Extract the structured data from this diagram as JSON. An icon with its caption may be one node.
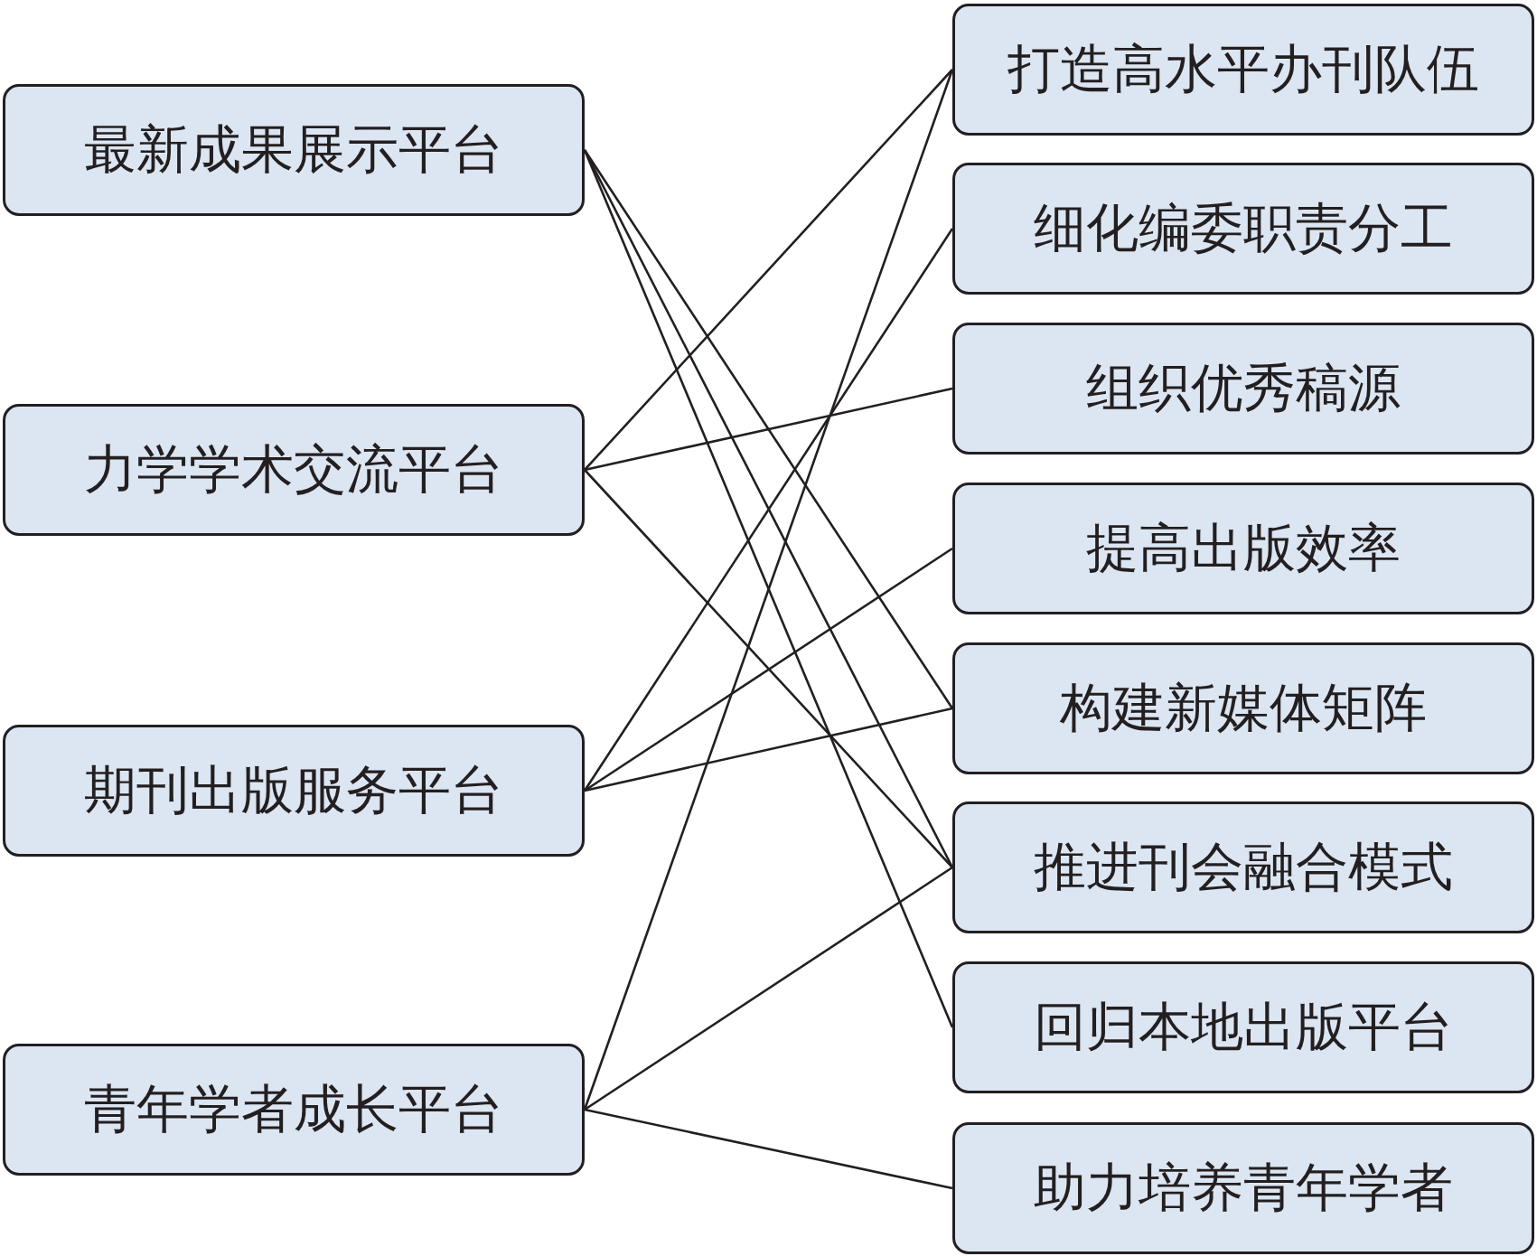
{
  "diagram": {
    "nodes": [
      {
        "text": [
          "最新成果展示平台"
        ]
      },
      {
        "text": [
          "力学学术交流平台"
        ]
      },
      {
        "text": [
          "期刊出版服务平台"
        ]
      },
      {
        "text": [
          "青年学者成长平台"
        ]
      },
      {
        "text": [
          "打造高水平办刊队伍"
        ]
      },
      {
        "text": [
          "细化编委职责分工"
        ]
      },
      {
        "text": [
          "组织优秀稿源"
        ]
      },
      {
        "text": [
          "提高出版效率"
        ]
      },
      {
        "text": [
          "构建新媒体矩阵"
        ]
      },
      {
        "text": [
          "推进刊会融合模式"
        ]
      },
      {
        "text": [
          "回归本地出版平台"
        ]
      },
      {
        "text": [
          "助力培养青年学者"
        ]
      }
    ],
    "edges": [
      {
        "from": 0,
        "to": 8,
        "arrow": "none"
      },
      {
        "from": 0,
        "to": 9,
        "arrow": "none"
      },
      {
        "from": 0,
        "to": 10,
        "arrow": "none"
      },
      {
        "from": 1,
        "to": 4,
        "arrow": "none"
      },
      {
        "from": 1,
        "to": 6,
        "arrow": "none"
      },
      {
        "from": 1,
        "to": 9,
        "arrow": "none"
      },
      {
        "from": 2,
        "to": 5,
        "arrow": "none"
      },
      {
        "from": 2,
        "to": 7,
        "arrow": "none"
      },
      {
        "from": 2,
        "to": 8,
        "arrow": "none"
      },
      {
        "from": 3,
        "to": 4,
        "arrow": "none"
      },
      {
        "from": 3,
        "to": 9,
        "arrow": "none"
      },
      {
        "from": 3,
        "to": 11,
        "arrow": "none"
      }
    ]
  }
}
